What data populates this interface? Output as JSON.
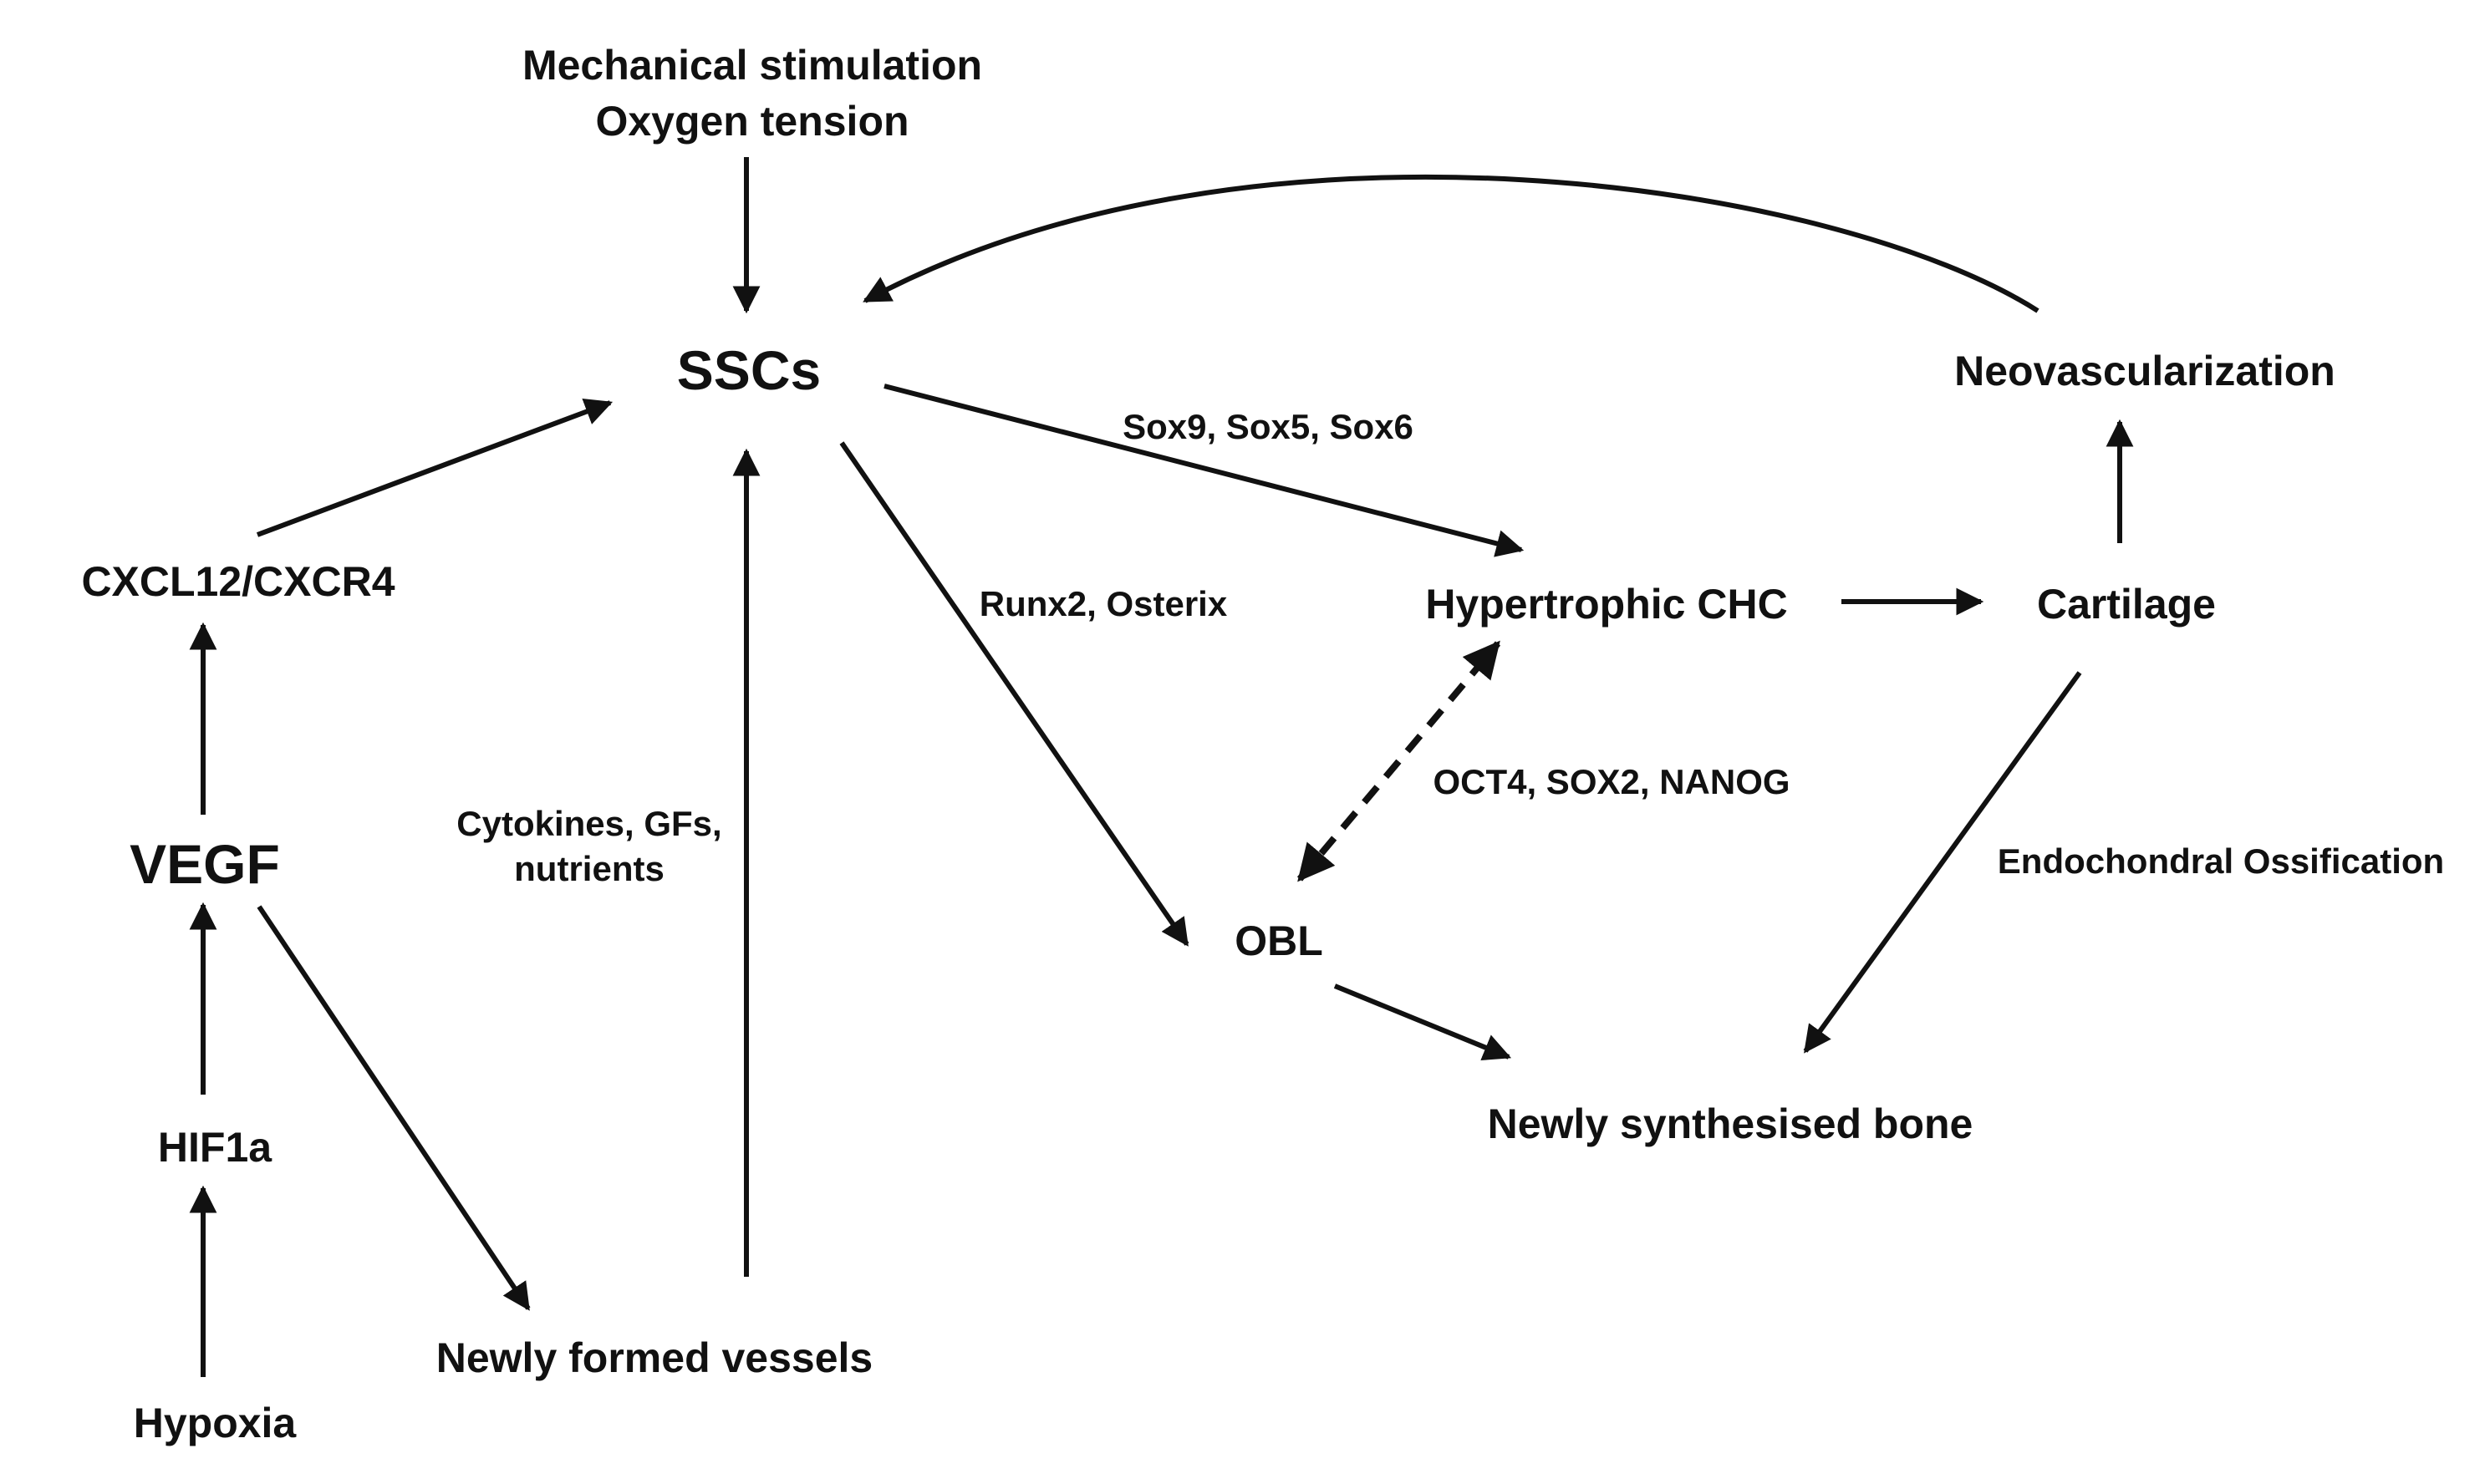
{
  "nodes": {
    "mechanical_stimulation": "Mechanical stimulation",
    "oxygen_tension": "Oxygen tension",
    "sscs": "SSCs",
    "neovascularization": "Neovascularization",
    "cxcl12_cxcr4": "CXCL12/CXCR4",
    "hypertrophic_chc": "Hypertrophic CHC",
    "cartilage": "Cartilage",
    "vegf": "VEGF",
    "obl": "OBL",
    "hif1a": "HIF1a",
    "newly_synthesised_bone": "Newly synthesised bone",
    "newly_formed_vessels": "Newly formed vessels",
    "hypoxia": "Hypoxia"
  },
  "edge_labels": {
    "sox": "Sox9, Sox5, Sox6",
    "runx2": "Runx2, Osterix",
    "oct4": "OCT4, SOX2, NANOG",
    "cytokines_line1": "Cytokines, GFs,",
    "cytokines_line2": "nutrients",
    "endochondral": "Endochondral Ossification"
  },
  "colors": {
    "ink": "#111111",
    "background": "#ffffff"
  }
}
